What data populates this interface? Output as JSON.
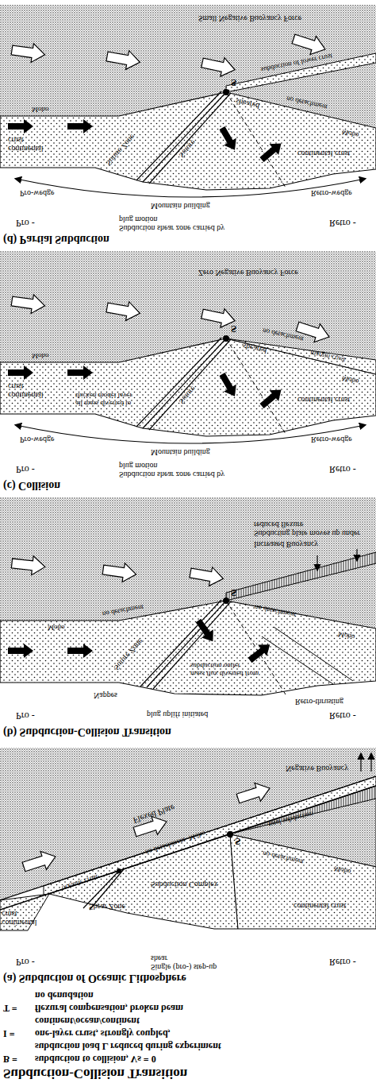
{
  "diagram": {
    "title": "Subduction-Collision Transition",
    "labels": [
      "B =",
      "subduction to collision, Vs = 0",
      "subduction load L reduced during experiment",
      "I =",
      "one-layer crust, strongly coupled,",
      "continent/ocean/continent",
      "T =",
      "flexural compensation, broken beam",
      "no denudation",
      "(a) Subduction of Oceanic Lithosphere",
      "Pro -",
      "Retro -",
      "Single (pro-) step-up shear",
      "continental crust",
      "oceanic crust",
      "Shear Zone",
      "Subduction Complex",
      "Flexed Plate",
      "no detachment",
      "Moho",
      "S",
      "total subduction",
      "continental crust",
      "no detachment",
      "Moho",
      "Negative Buoyancy",
      "(b) Subduction-Collision Transition",
      "Pro -",
      "Retro -",
      "plug uplift initiated",
      "Retro-thrusting",
      "Nappes",
      "mass flux diverted from subduction outlet",
      "Suture Zone",
      "S",
      "Moho",
      "no detachment",
      "Moho",
      "no detachment",
      "Increased Buoyancy",
      "Subducting plate moves up under reduced flexure",
      "(c) Collision",
      "Pro -",
      "Retro -",
      "Subduction shear zone carried by plug motion",
      "Pro-wedge",
      "Mountain building",
      "Retro-wedge",
      "continental crust",
      "all mass diverted to thicken model layer",
      "Suture",
      "sheared",
      "continental crust",
      "no detachment",
      "Moho",
      "Moho",
      "margin crust",
      "S",
      "Zero Negative Buoyancy Force",
      "(d) Partial Subduction",
      "Pro -",
      "Retro -",
      "Subduction shear zone carried by plug motion",
      "Pro-wedge",
      "Mountain building",
      "Retro-wedge",
      "continental crust",
      "Suture Zone",
      "Suture",
      "sheared",
      "continental crust",
      "no detachment",
      "Moho",
      "Moho",
      "subduction of lower crust",
      "S",
      "Small Negative Buoyancy Force"
    ]
  }
}
